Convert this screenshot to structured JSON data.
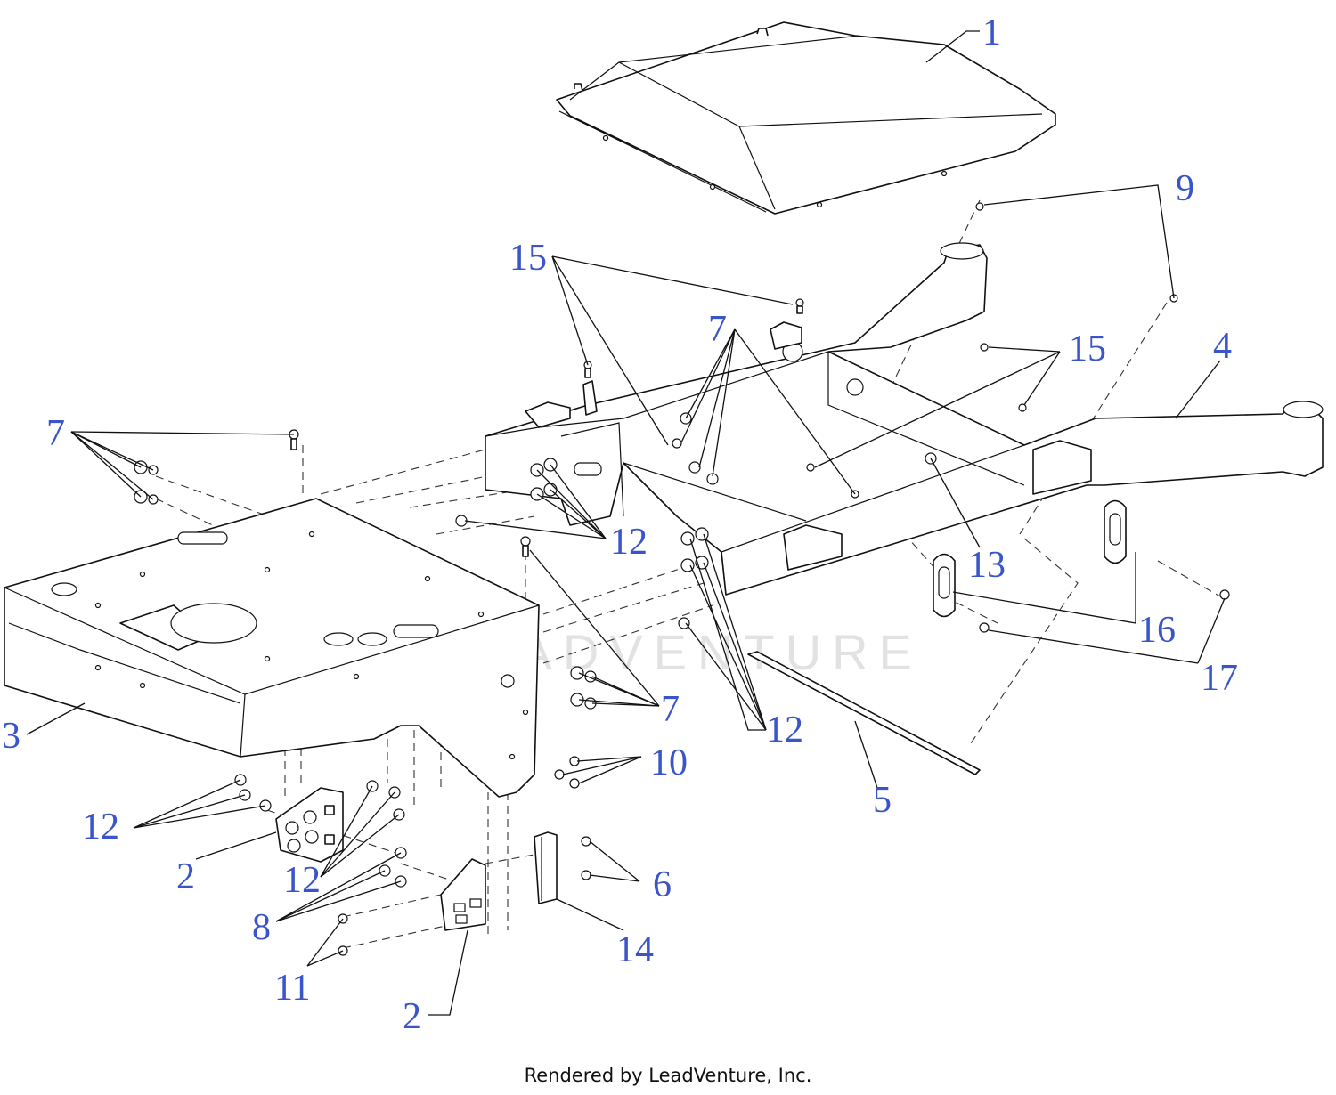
{
  "watermark": "LEADVENTURE",
  "footer": "Rendered by LeadVenture, Inc.",
  "colors": {
    "callout": "#3a55c9",
    "line": "#111111",
    "watermark": "#e2e2e2"
  },
  "callouts": [
    "1",
    "9",
    "15",
    "7",
    "15",
    "4",
    "7",
    "12",
    "13",
    "16",
    "17",
    "3",
    "12",
    "7",
    "10",
    "12",
    "5",
    "12",
    "2",
    "6",
    "8",
    "14",
    "11",
    "2"
  ]
}
